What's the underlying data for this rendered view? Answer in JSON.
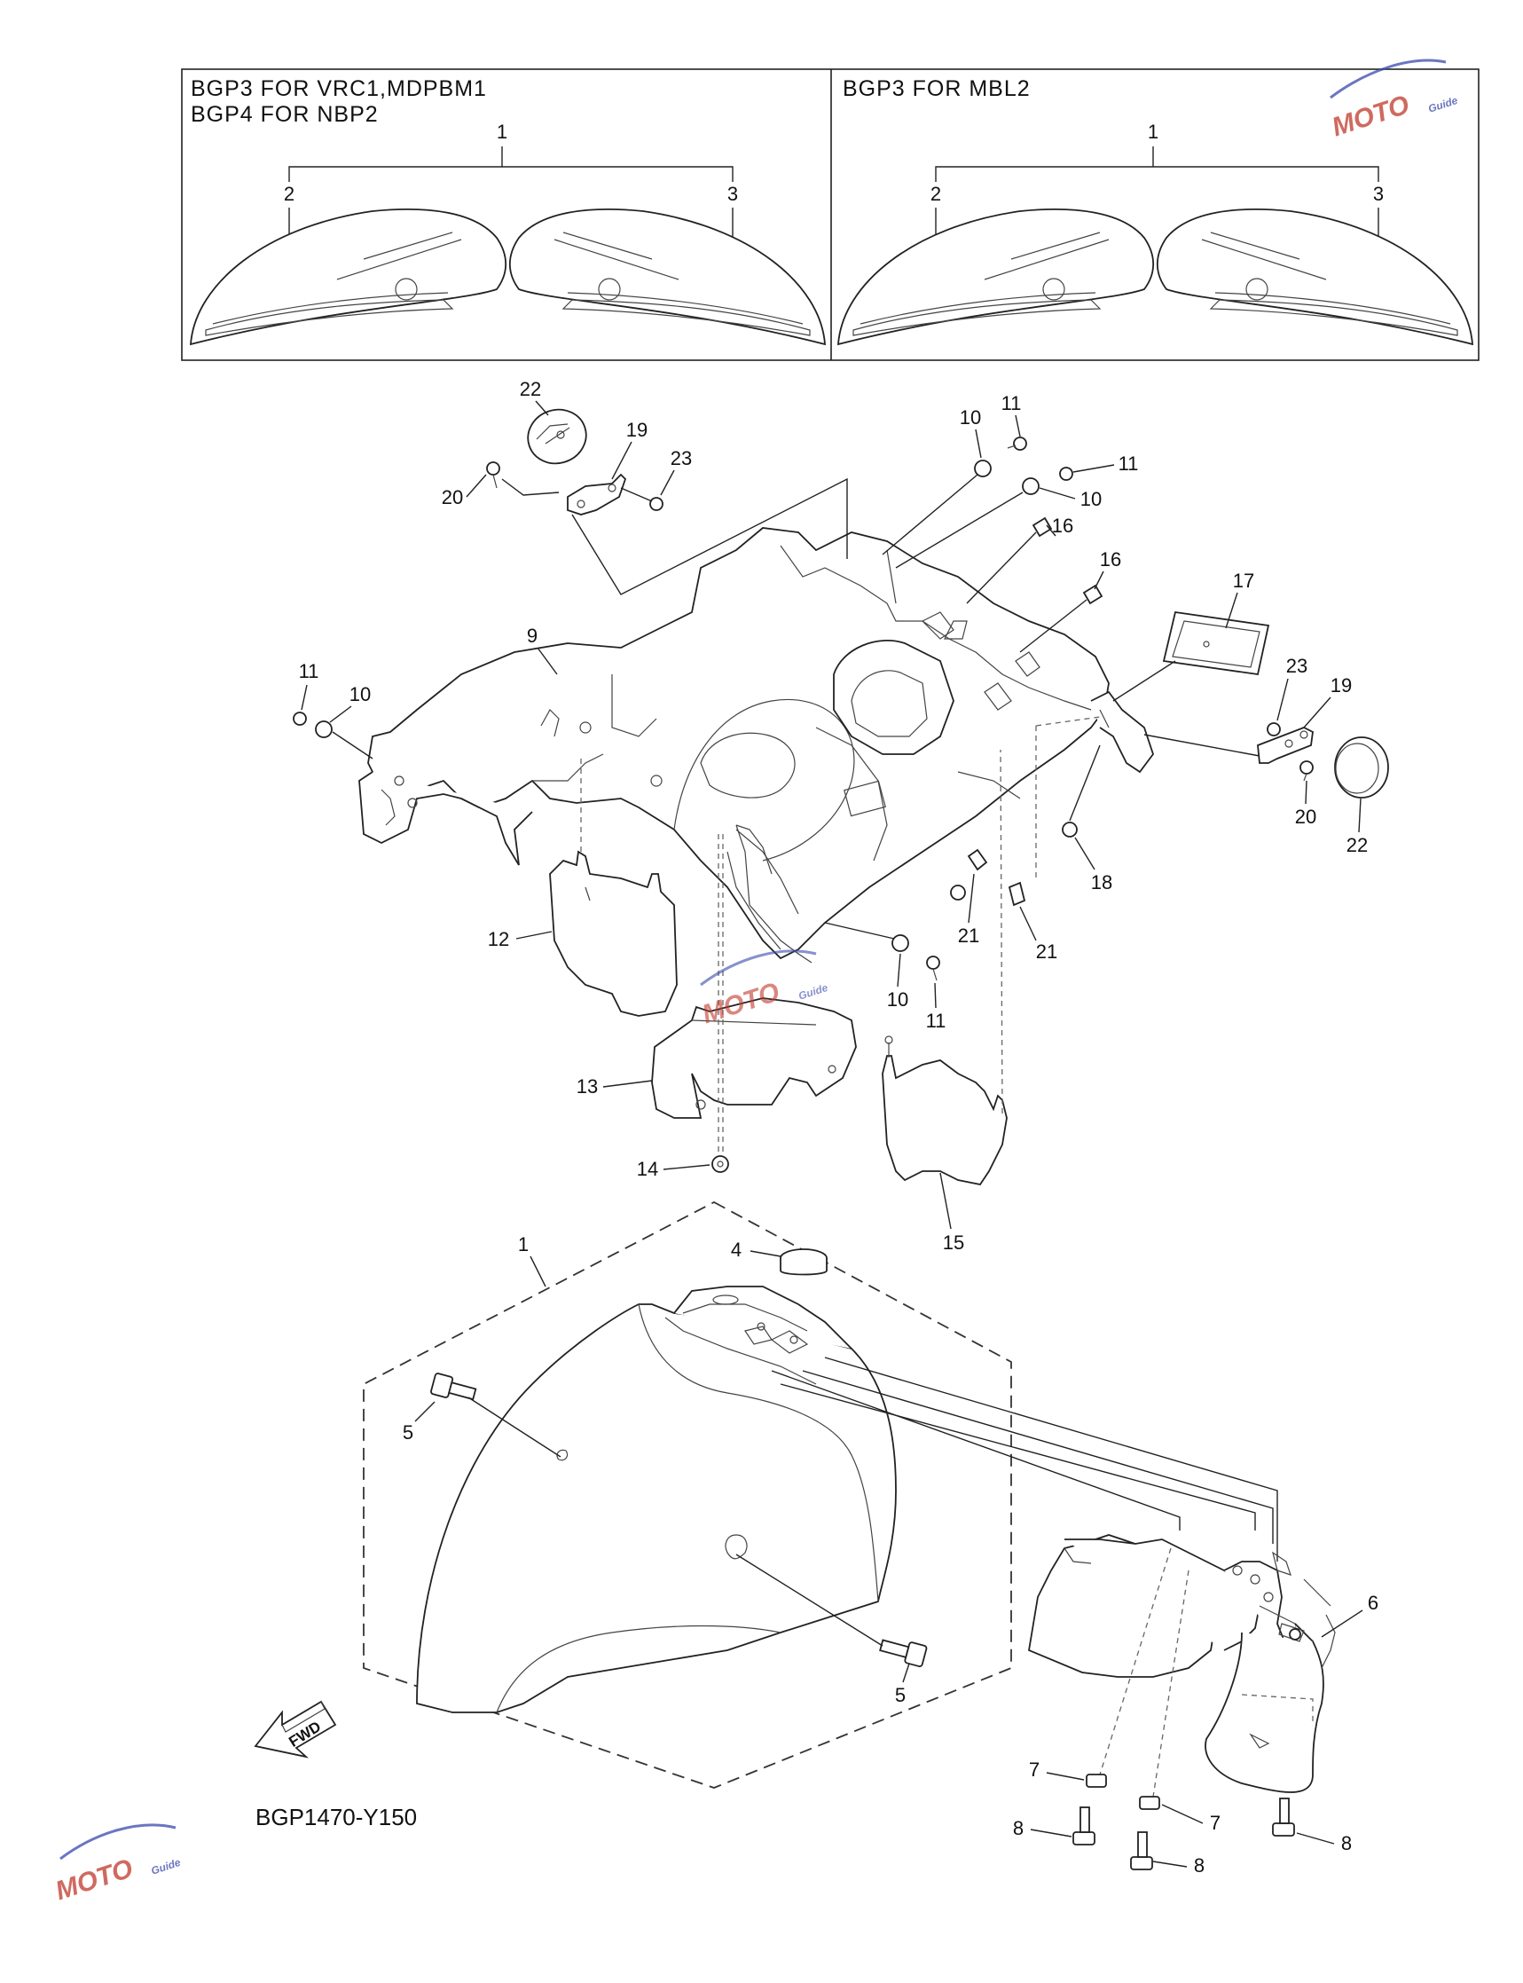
{
  "panels": {
    "left": {
      "line1": "BGP3 FOR VRC1,MDPBM1",
      "line2": "BGP4 FOR NBP2"
    },
    "right": {
      "line1": "BGP3 FOR MBL2"
    }
  },
  "diagram_code": "BGP1470-Y150",
  "fwd_label": "FWD",
  "watermark": {
    "text": "MOTO",
    "sub": "Guide",
    "color": "#c0392b",
    "accent": "#3949ab"
  },
  "callouts": {
    "lp_1": "1",
    "lp_2": "2",
    "lp_3": "3",
    "rp_1": "1",
    "rp_2": "2",
    "rp_3": "3",
    "c22a": "22",
    "c19a": "19",
    "c23a": "23",
    "c20a": "20",
    "c10a": "10",
    "c11a": "11",
    "c11b": "11",
    "c10b": "10",
    "c16a": "16",
    "c16b": "16",
    "c17": "17",
    "c9": "9",
    "c11c": "11",
    "c10c": "10",
    "c23b": "23",
    "c19b": "19",
    "c20b": "20",
    "c22b": "22",
    "c18": "18",
    "c21a": "21",
    "c21b": "21",
    "c12": "12",
    "c10d": "10",
    "c11d": "11",
    "c13": "13",
    "c14": "14",
    "c15": "15",
    "c1": "1",
    "c4": "4",
    "c5a": "5",
    "c5b": "5",
    "c6": "6",
    "c7a": "7",
    "c7b": "7",
    "c8a": "8",
    "c8b": "8",
    "c8c": "8"
  }
}
